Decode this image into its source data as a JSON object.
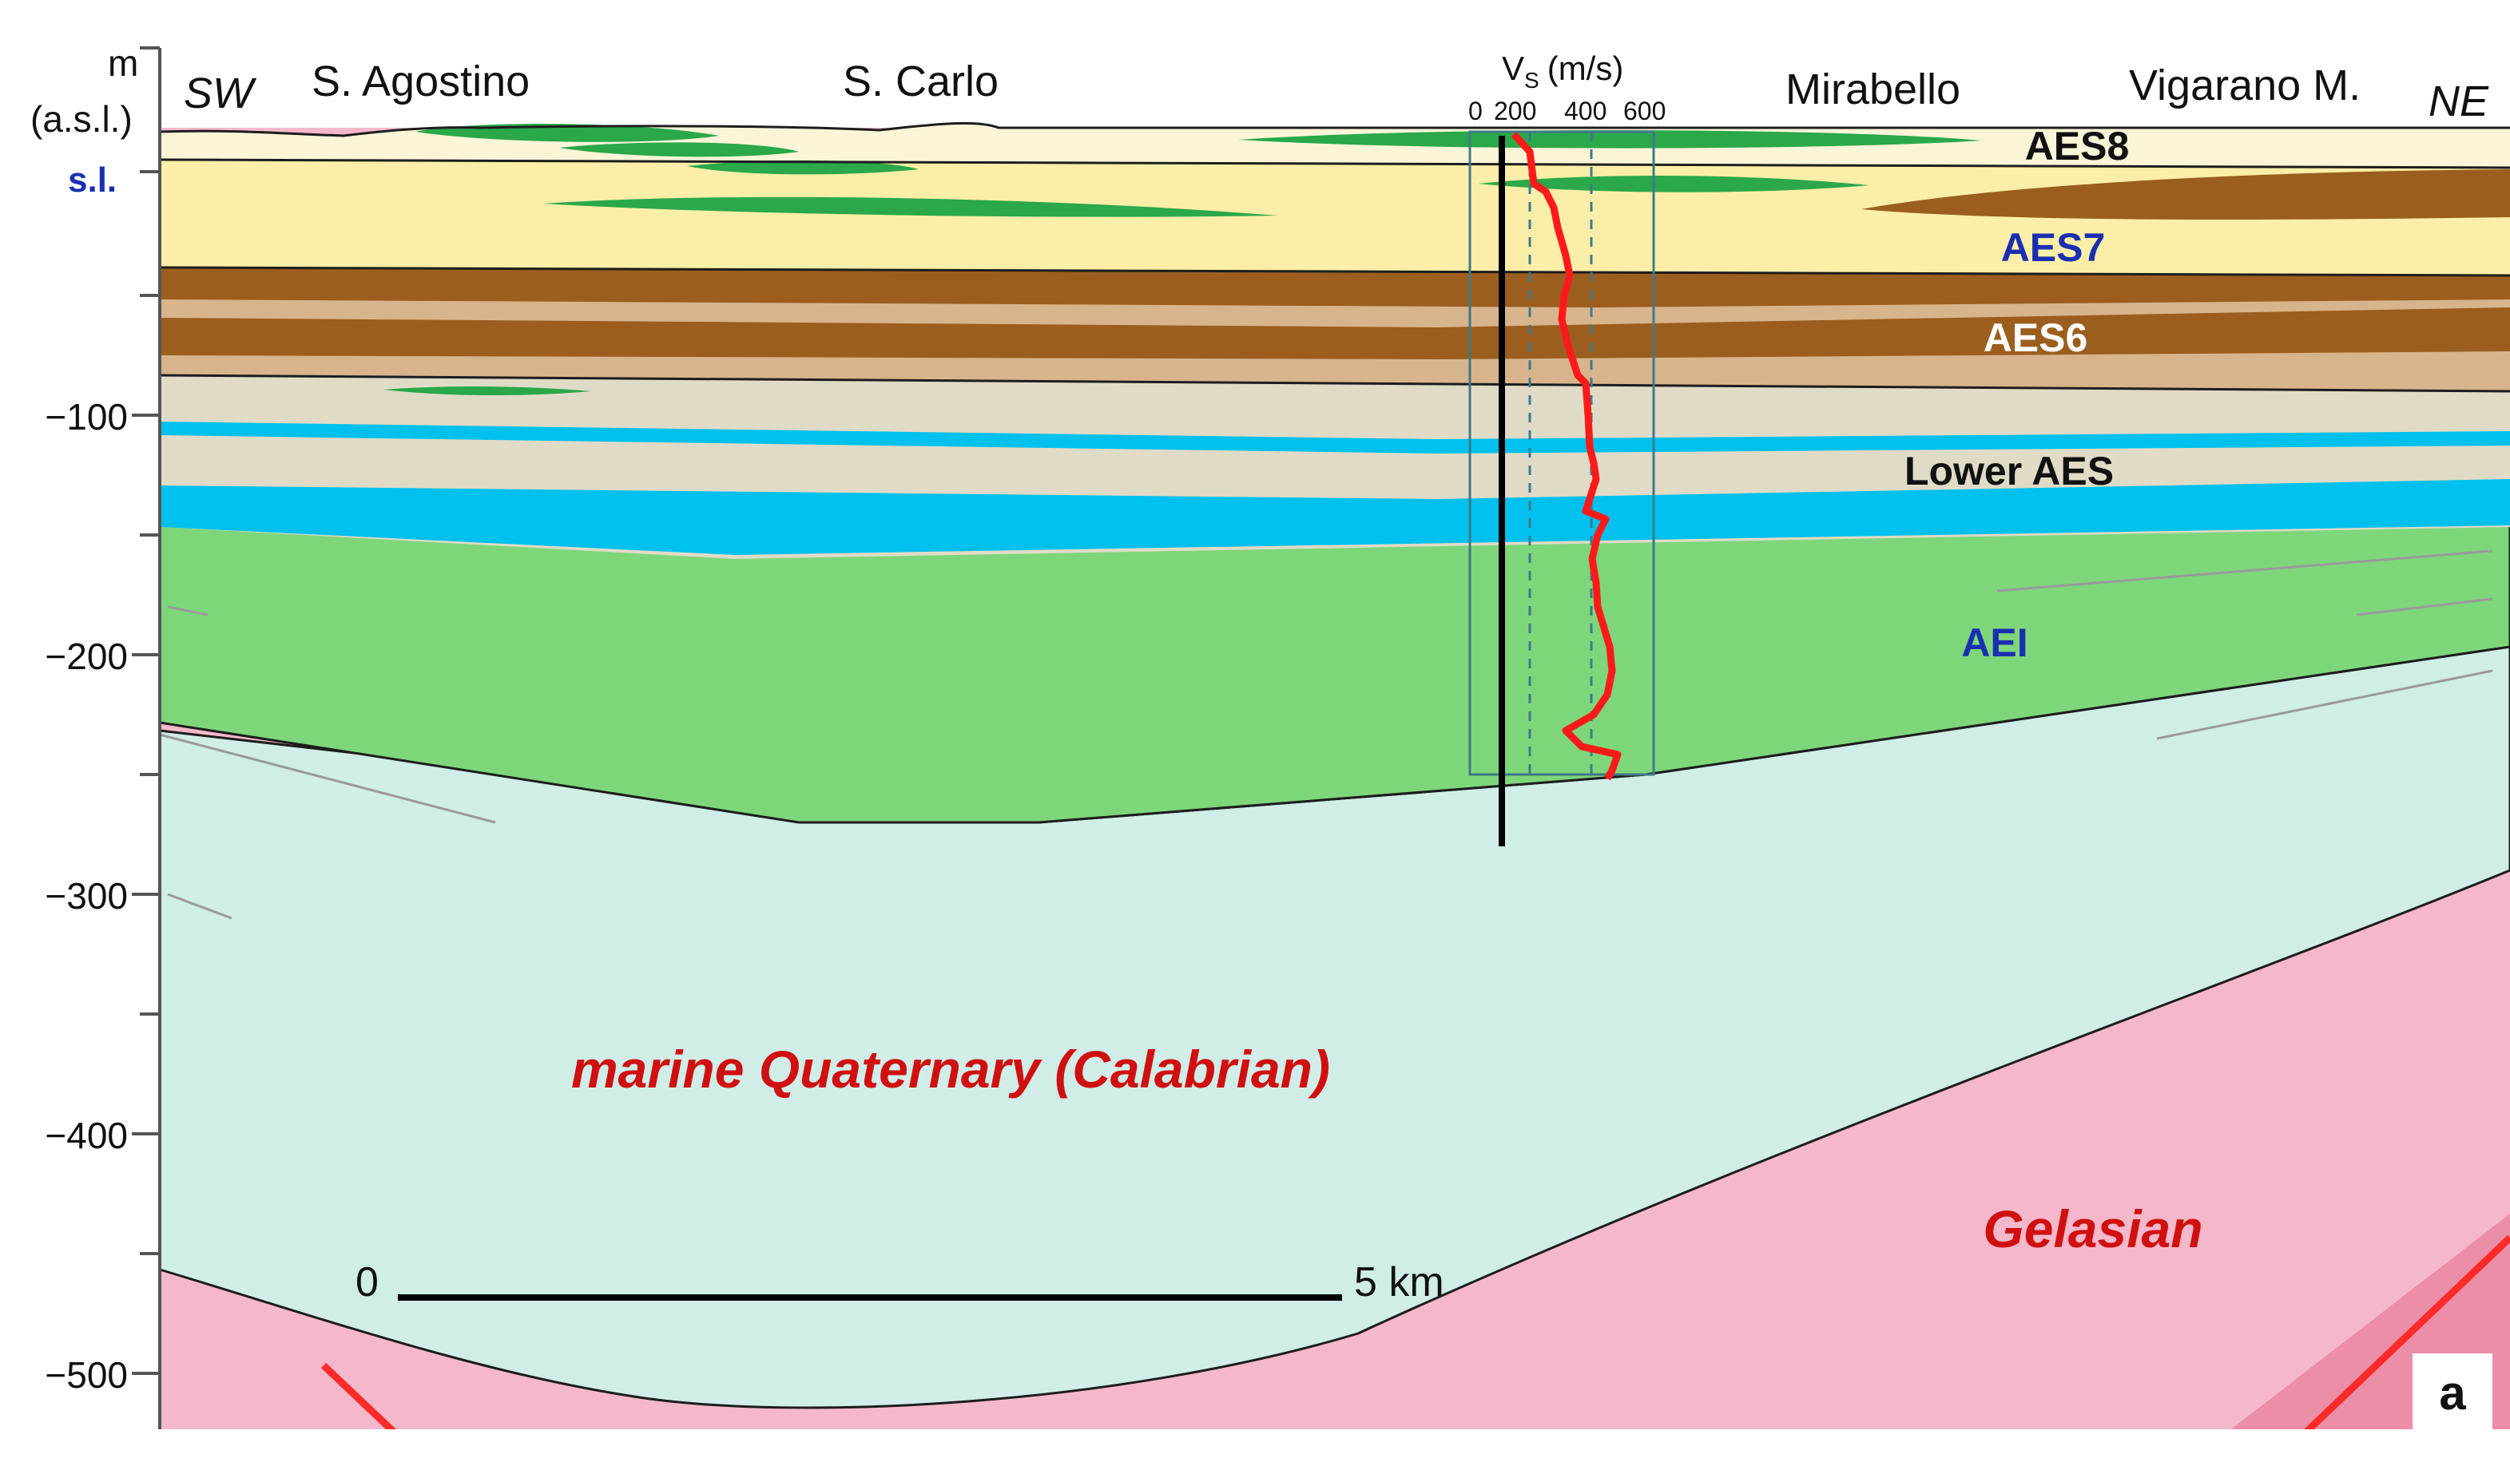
{
  "figure": {
    "y_axis": {
      "unit_label": "m",
      "unit_sublabel": "(a.s.l.)",
      "sea_level_label": "s.l.",
      "ticks": [
        "−100",
        "−200",
        "−300",
        "−400",
        "−500"
      ]
    },
    "directions": {
      "left": "SW",
      "right": "NE"
    },
    "locations": [
      "S. Agostino",
      "S. Carlo",
      "Mirabello",
      "Vigarano M."
    ],
    "units": [
      {
        "label": "AES8",
        "color": "#111111"
      },
      {
        "label": "AES7",
        "color": "#1a2fb0"
      },
      {
        "label": "AES6",
        "color": "#ffffff"
      },
      {
        "label": "Lower AES",
        "color": "#111111"
      },
      {
        "label": "AEI",
        "color": "#1a2fb0"
      },
      {
        "label": "marine Quaternary (Calabrian)",
        "color": "#d01010"
      },
      {
        "label": "Gelasian",
        "color": "#d01010"
      }
    ],
    "vs_profile": {
      "title": "V",
      "subscript": "S",
      "unit": "(m/s)",
      "ticks": [
        "0",
        "200",
        "400",
        "600"
      ]
    },
    "scale_bar": {
      "start": "0",
      "end": "5 km"
    },
    "panel_label": "a",
    "colors": {
      "aes8": "#fbf5d8",
      "aes7": "#fbeea8",
      "aes6_dark": "#9b5e1f",
      "aes6_light": "#d8b48c",
      "lower_aes": "#e0dbc6",
      "aquifer": "#00c0ee",
      "aei": "#7ed67b",
      "lens": "#2aa84a",
      "calabrian": "#d0ede8",
      "gelasian": "#f5b8cb",
      "fault": "#ff2a2a",
      "vs_line": "#ff1a1a"
    }
  }
}
